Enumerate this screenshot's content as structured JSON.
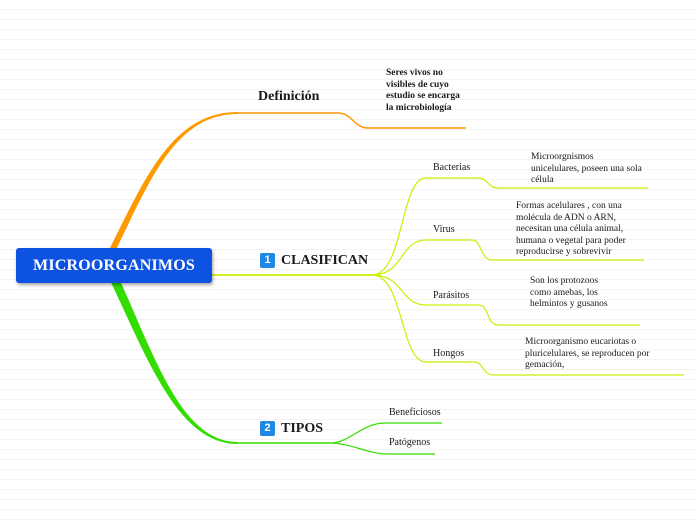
{
  "root": {
    "label": "MICROORGANIMOS"
  },
  "definicion": {
    "label": "Definición",
    "text": "Seres vivos no visibles de cuyo estudio se encarga la microbiología"
  },
  "clasifican": {
    "number": "1",
    "label": "CLASIFICAN",
    "items": [
      {
        "label": "Bacterias",
        "text": "Microorgnismos unicelulares, poseen una sola célula"
      },
      {
        "label": "Virus",
        "text": "Formas acelulares , con una molécula de ADN o ARN, necesitan una célula animal, humana o vegetal para poder reproducirse y sobrevivir"
      },
      {
        "label": "Parásitos",
        "text": "Son los protozoos como amebas, los helmintos y gusanos"
      },
      {
        "label": "Hongos",
        "text": "Microorganismo eucariotas o pluricelulares, se reproducen por gemación,"
      }
    ]
  },
  "tipos": {
    "number": "2",
    "label": "TIPOS",
    "items": [
      {
        "label": "Beneficiosos"
      },
      {
        "label": "Patógenos"
      }
    ]
  },
  "colors": {
    "root": "#0d52e0",
    "definicion_branch": "#ff9900",
    "clasifican_branch": "#ccee00",
    "tipos_branch": "#33dd00",
    "number_badge": "#1e88e5"
  }
}
